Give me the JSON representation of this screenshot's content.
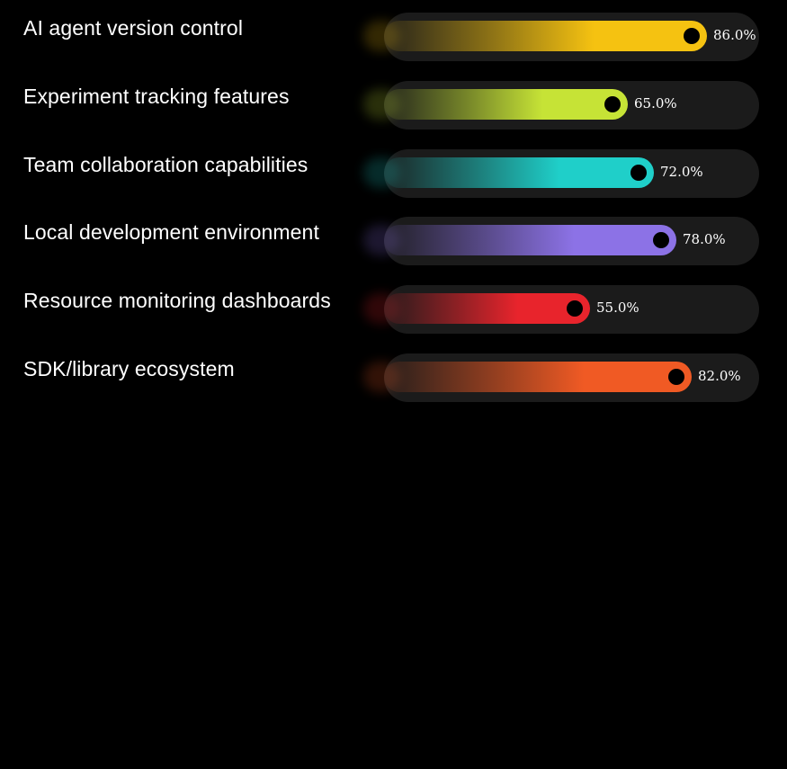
{
  "chart_data": {
    "type": "bar",
    "orientation": "horizontal",
    "categories": [
      "AI agent version control",
      "Experiment tracking features",
      "Team collaboration capabilities",
      "Local development environment",
      "Resource monitoring dashboards",
      "SDK/library ecosystem"
    ],
    "values": [
      86.0,
      65.0,
      72.0,
      78.0,
      55.0,
      82.0
    ],
    "value_labels": [
      "86.0%",
      "65.0%",
      "72.0%",
      "78.0%",
      "55.0%",
      "82.0%"
    ],
    "colors": [
      "#f5c211",
      "#c6e336",
      "#1fcfc9",
      "#8c72e6",
      "#e8242c",
      "#f05a24"
    ],
    "xlim": [
      0,
      100
    ],
    "title": "",
    "xlabel": "",
    "ylabel": "",
    "grid": false,
    "legend": "none"
  }
}
